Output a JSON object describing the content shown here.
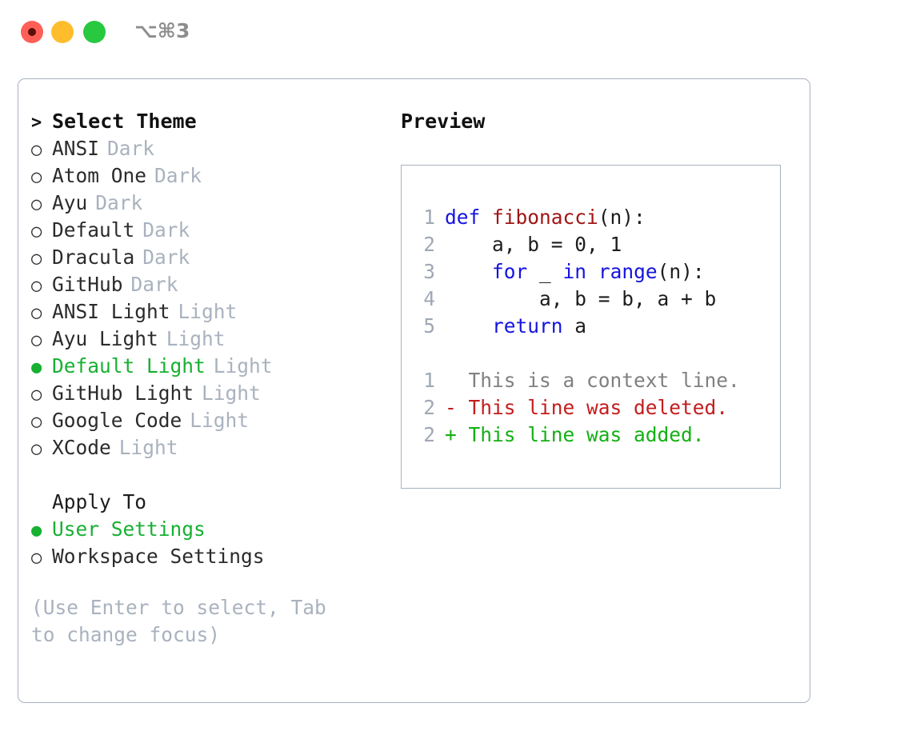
{
  "window": {
    "shortcut_label": "⌥⌘3",
    "traffic_lights": {
      "close": "close-button",
      "minimize": "minimize-button",
      "maximize": "maximize-button"
    }
  },
  "theme_list": {
    "header_marker": ">",
    "header_label": "Select Theme",
    "items": [
      {
        "marker": "○",
        "name": "ANSI",
        "category": "Dark",
        "selected": false
      },
      {
        "marker": "○",
        "name": "Atom One",
        "category": "Dark",
        "selected": false
      },
      {
        "marker": "○",
        "name": "Ayu",
        "category": "Dark",
        "selected": false
      },
      {
        "marker": "○",
        "name": "Default",
        "category": "Dark",
        "selected": false
      },
      {
        "marker": "○",
        "name": "Dracula",
        "category": "Dark",
        "selected": false
      },
      {
        "marker": "○",
        "name": "GitHub",
        "category": "Dark",
        "selected": false
      },
      {
        "marker": "○",
        "name": "ANSI Light",
        "category": "Light",
        "selected": false
      },
      {
        "marker": "○",
        "name": "Ayu Light",
        "category": "Light",
        "selected": false
      },
      {
        "marker": "●",
        "name": "Default Light",
        "category": "Light",
        "selected": true
      },
      {
        "marker": "○",
        "name": "GitHub Light",
        "category": "Light",
        "selected": false
      },
      {
        "marker": "○",
        "name": "Google Code",
        "category": "Light",
        "selected": false
      },
      {
        "marker": "○",
        "name": "XCode",
        "category": "Light",
        "selected": false
      }
    ]
  },
  "apply_to": {
    "header_label": "Apply To",
    "items": [
      {
        "marker": "●",
        "name": "User Settings",
        "selected": true
      },
      {
        "marker": "○",
        "name": "Workspace Settings",
        "selected": false
      }
    ]
  },
  "hint": {
    "text": "(Use Enter to select, Tab to change focus)"
  },
  "preview": {
    "title": "Preview",
    "code_lines": [
      {
        "number": "1",
        "tokens": [
          {
            "t": "def",
            "c": "kw"
          },
          {
            "t": " ",
            "c": "pl"
          },
          {
            "t": "fibonacci",
            "c": "fn"
          },
          {
            "t": "(n):",
            "c": "pl"
          }
        ]
      },
      {
        "number": "2",
        "tokens": [
          {
            "t": "    a, b = 0, 1",
            "c": "pl"
          }
        ]
      },
      {
        "number": "3",
        "tokens": [
          {
            "t": "    ",
            "c": "pl"
          },
          {
            "t": "for",
            "c": "kw"
          },
          {
            "t": " _ ",
            "c": "pl"
          },
          {
            "t": "in",
            "c": "kw"
          },
          {
            "t": " ",
            "c": "pl"
          },
          {
            "t": "range",
            "c": "kw"
          },
          {
            "t": "(n):",
            "c": "pl"
          }
        ]
      },
      {
        "number": "4",
        "tokens": [
          {
            "t": "        a, b = b, a + b",
            "c": "pl"
          }
        ]
      },
      {
        "number": "5",
        "tokens": [
          {
            "t": "    ",
            "c": "pl"
          },
          {
            "t": "return",
            "c": "kw"
          },
          {
            "t": " a",
            "c": "pl"
          }
        ]
      }
    ],
    "diff_lines": [
      {
        "number": "1",
        "text": "  This is a context line.",
        "kind": "ctx"
      },
      {
        "number": "2",
        "text": "- This line was deleted.",
        "kind": "del"
      },
      {
        "number": "2",
        "text": "+ This line was added.",
        "kind": "add"
      }
    ]
  },
  "colors": {
    "selected_green": "#17b032",
    "muted_gray": "#a9b2be",
    "keyword_blue": "#1414e0",
    "function_red": "#a01616",
    "diff_delete": "#c41d1d",
    "diff_add": "#14b014",
    "border": "#a8b2c0"
  }
}
